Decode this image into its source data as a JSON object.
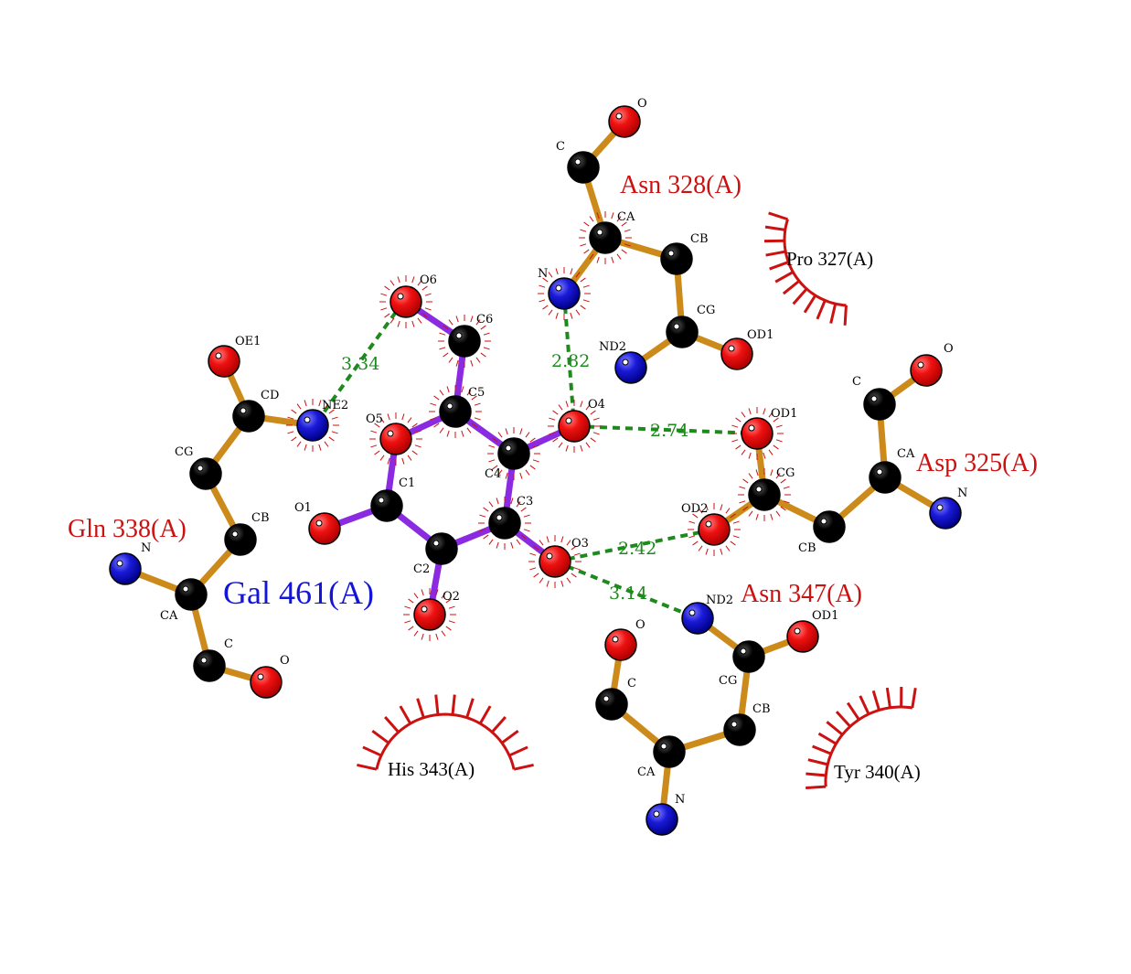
{
  "colors": {
    "carbon": "#000000",
    "oxygen": "#EE1111",
    "nitrogen": "#1A1AD8",
    "residue_bond": "#CC8A1A",
    "ligand_bond": "#8A2BE2",
    "hbond": "#1E8A1E",
    "hydrophobic": "#CC1111"
  },
  "residue_labels": {
    "asn328": "Asn 328(A)",
    "asp325": "Asp 325(A)",
    "gln338": "Gln 338(A)",
    "asn347": "Asn 347(A)",
    "gal461": "Gal 461(A)"
  },
  "hydrophobic_labels": {
    "pro327": "Pro 327(A)",
    "his343": "His 343(A)",
    "tyr340": "Tyr 340(A)"
  },
  "hbond_distances": {
    "o6_ne2": "3.34",
    "n_o4": "2.82",
    "o4_od1": "2.74",
    "o3_od2": "2.42",
    "o3_nd2": "3.14"
  },
  "atom_labels": {
    "asn328": {
      "o": "O",
      "c": "C",
      "ca": "CA",
      "cb": "CB",
      "n": "N",
      "cg": "CG",
      "nd2": "ND2",
      "od1": "OD1"
    },
    "gal": {
      "o6": "O6",
      "c6": "C6",
      "c5": "C5",
      "o5": "O5",
      "c4": "C4",
      "o4": "O4",
      "c1": "C1",
      "o1": "O1",
      "c3": "C3",
      "c2": "C2",
      "o3": "O3",
      "o2": "O2"
    },
    "gln338": {
      "oe1": "OE1",
      "cd": "CD",
      "ne2": "NE2",
      "cg": "CG",
      "cb": "CB",
      "n": "N",
      "ca": "CA",
      "c": "C",
      "o": "O"
    },
    "asp325": {
      "o": "O",
      "c": "C",
      "ca": "CA",
      "n": "N",
      "od1": "OD1",
      "cg": "CG",
      "od2": "OD2",
      "cb": "CB"
    },
    "asn347": {
      "o": "O",
      "c": "C",
      "nd2": "ND2",
      "od1": "OD1",
      "cg": "CG",
      "cb": "CB",
      "ca": "CA",
      "n": "N"
    }
  }
}
